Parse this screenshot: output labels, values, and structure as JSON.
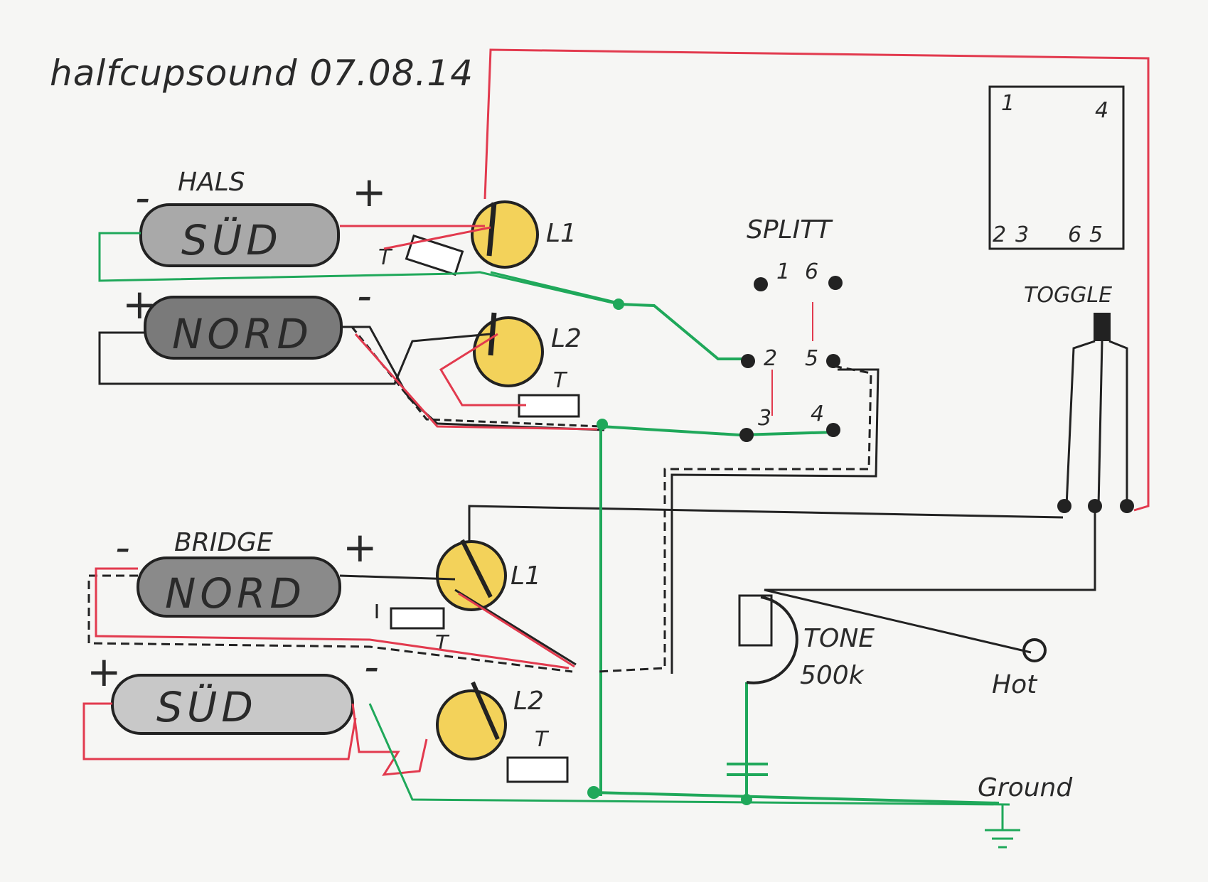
{
  "title": "halfcupsound 07.08.14",
  "colors": {
    "hot": "#e23a4e",
    "ground": "#1fa85a",
    "signal": "#222222",
    "pot": "#f3d25a",
    "pickup": "#a9a9a9",
    "paper": "#f6f6f4"
  },
  "neck": {
    "group_label": "HALS",
    "pickup_sud": {
      "label": "SÜD",
      "minus": "-",
      "plus": "+"
    },
    "pickup_nord": {
      "label": "NORD",
      "minus": "-",
      "plus": "+"
    },
    "pot_1": {
      "label": "L1",
      "trimmer": "T"
    },
    "pot_2": {
      "label": "L2",
      "trimmer": "T"
    }
  },
  "bridge": {
    "group_label": "BRIDGE",
    "pickup_nord": {
      "label": "NORD",
      "minus": "-",
      "plus": "+"
    },
    "pickup_sud": {
      "label": "SÜD",
      "minus": "-",
      "plus": "+"
    },
    "pot_1": {
      "label": "L1",
      "trimmer": "T"
    },
    "pot_2": {
      "label": "L2",
      "trimmer": "T"
    }
  },
  "split_switch": {
    "label": "SPLITT",
    "lugs": [
      "1",
      "6",
      "2",
      "5",
      "3",
      "4"
    ]
  },
  "toggle": {
    "label": "TOGGLE",
    "pins_top": [
      "1",
      "4"
    ],
    "pins_bottom": [
      "2",
      "3",
      "6",
      "5"
    ]
  },
  "tone": {
    "label": "TONE",
    "value": "500k"
  },
  "output": {
    "hot": "Hot",
    "ground": "Ground"
  }
}
